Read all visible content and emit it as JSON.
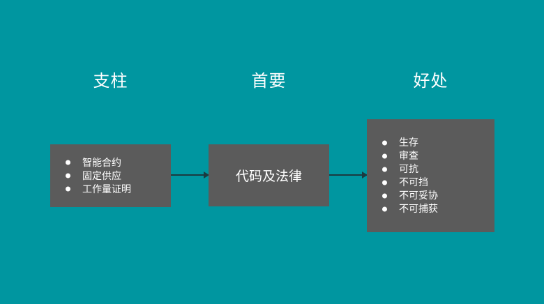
{
  "colors": {
    "background": "#0096A0",
    "box": "#5B5B5B",
    "arrow": "#1B3A40",
    "text": "#FFFFFF"
  },
  "headers": {
    "pillars": "支柱",
    "primary": "首要",
    "benefits": "好处"
  },
  "diagram": {
    "pillars_box": {
      "items": [
        "智能合约",
        "固定供应",
        "工作量证明"
      ]
    },
    "primary_box": {
      "label": "代码及法律"
    },
    "benefits_box": {
      "items": [
        "生存",
        "审查",
        "可抗",
        "不可挡",
        "不可妥协",
        "不可捕获"
      ]
    }
  }
}
